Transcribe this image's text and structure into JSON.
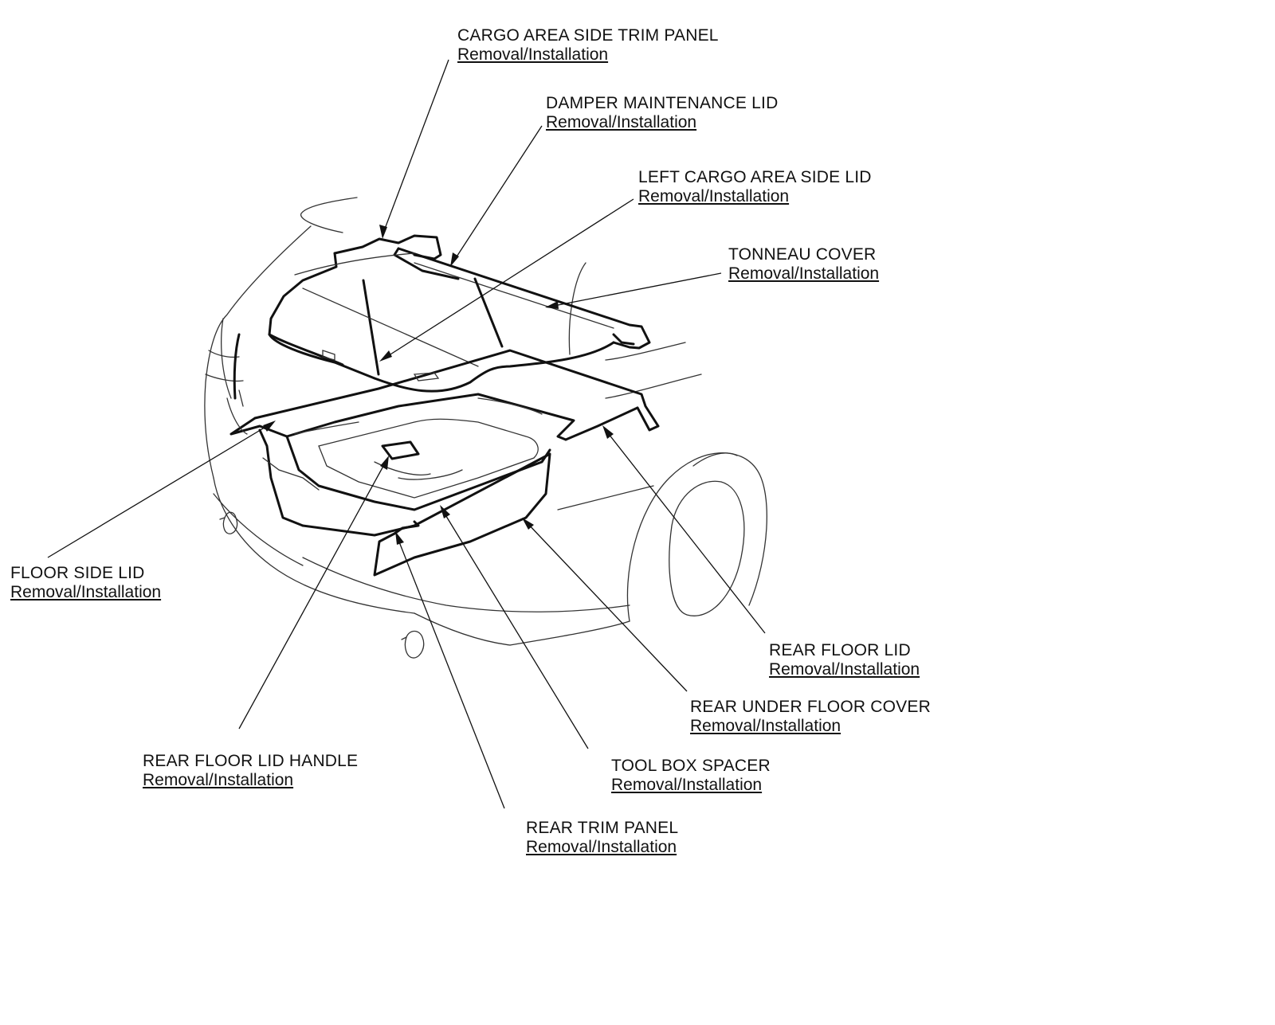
{
  "callouts": [
    {
      "id": "cargo-area-side-trim-panel",
      "title": "CARGO AREA SIDE TRIM PANEL",
      "link": "Removal/Installation"
    },
    {
      "id": "damper-maintenance-lid",
      "title": "DAMPER MAINTENANCE LID",
      "link": "Removal/Installation"
    },
    {
      "id": "left-cargo-area-side-lid",
      "title": "LEFT CARGO AREA SIDE LID",
      "link": "Removal/Installation"
    },
    {
      "id": "tonneau-cover",
      "title": "TONNEAU COVER",
      "link": "Removal/Installation"
    },
    {
      "id": "floor-side-lid",
      "title": "FLOOR SIDE LID",
      "link": "Removal/Installation"
    },
    {
      "id": "rear-floor-lid",
      "title": "REAR FLOOR LID",
      "link": "Removal/Installation"
    },
    {
      "id": "rear-under-floor-cover",
      "title": "REAR UNDER FLOOR COVER",
      "link": "Removal/Installation"
    },
    {
      "id": "rear-floor-lid-handle",
      "title": "REAR FLOOR LID HANDLE",
      "link": "Removal/Installation"
    },
    {
      "id": "tool-box-spacer",
      "title": "TOOL BOX SPACER",
      "link": "Removal/Installation"
    },
    {
      "id": "rear-trim-panel",
      "title": "REAR TRIM PANEL",
      "link": "Removal/Installation"
    }
  ],
  "colors": {
    "line": "#111111",
    "background": "#ffffff"
  }
}
